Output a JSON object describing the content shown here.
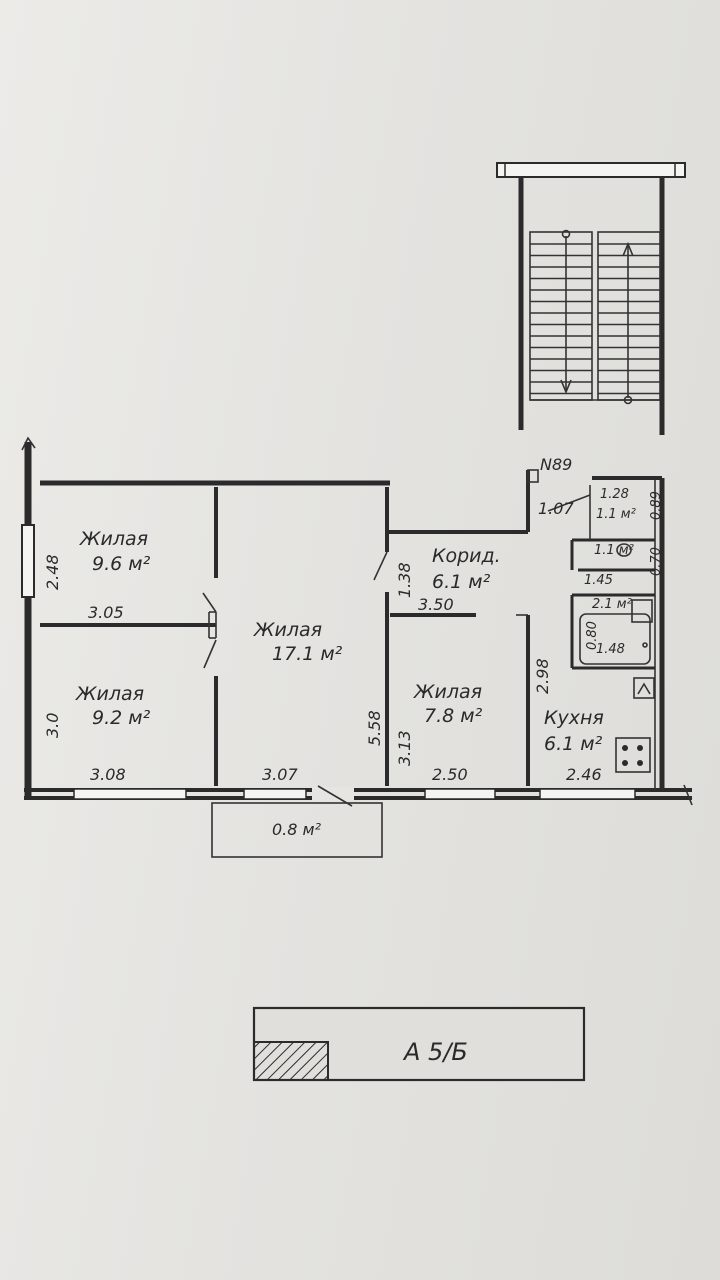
{
  "plan": {
    "flat_number": "N89",
    "rooms": [
      {
        "name": "Жилая",
        "area": "9.6 м²"
      },
      {
        "name": "Жилая",
        "area": "17.1 м²"
      },
      {
        "name": "Жилая",
        "area": "9.2 м²"
      },
      {
        "name": "Жилая",
        "area": "7.8 м²"
      },
      {
        "name": "Корид.",
        "area": "6.1 м²"
      },
      {
        "name": "Кухня",
        "area": "6.1 м²"
      }
    ],
    "wc": {
      "area": "1.1 м²"
    },
    "bath": {
      "area": "2.1 м²"
    },
    "pantry": {
      "area": "1.1 м²"
    },
    "balcony": {
      "area": "0.8 м²"
    },
    "dimensions": {
      "d248": "2.48",
      "d305": "3.05",
      "d30": "3.0",
      "d308": "3.08",
      "d307": "3.07",
      "d558": "5.58",
      "d313": "3.13",
      "d138": "1.38",
      "d350": "3.50",
      "d298": "2.98",
      "d250": "2.50",
      "d246": "2.46",
      "d107": "1.07",
      "d128": "1.28",
      "d089": "0.89",
      "d070": "0.70",
      "d145": "1.45",
      "d080": "0.80",
      "d148": "1.48"
    },
    "stamp": "А 5/Б"
  }
}
